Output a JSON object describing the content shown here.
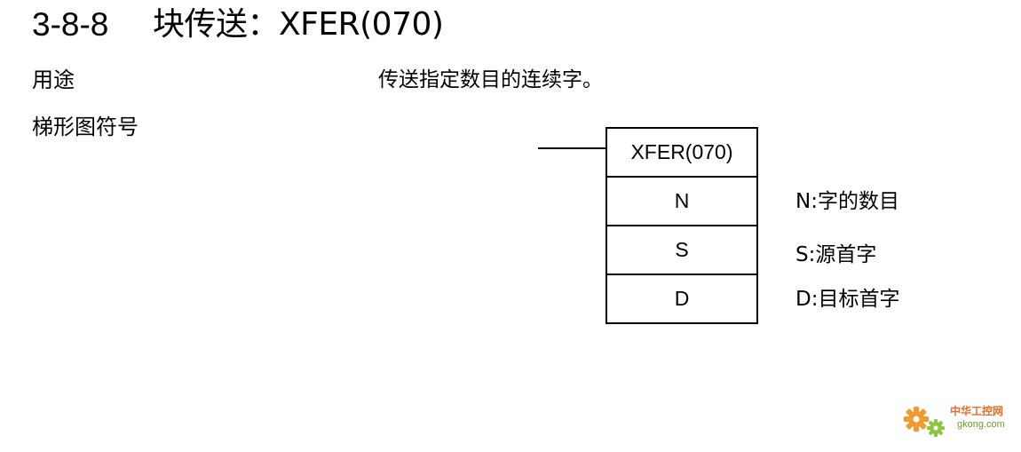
{
  "section": {
    "number": "3-8-8",
    "title": "块传送：XFER(070)"
  },
  "purpose": {
    "label": "用途",
    "text": "传送指定数目的连续字。"
  },
  "ladder": {
    "label": "梯形图符号",
    "instruction": "XFER(070)",
    "operands": [
      {
        "name": "N",
        "description": "N:字的数目"
      },
      {
        "name": "S",
        "description": "S:源首字"
      },
      {
        "name": "D",
        "description": "D:目标首字"
      }
    ]
  },
  "watermark": {
    "line1": "中华工控网",
    "line2": "gkong.com"
  },
  "colors": {
    "text": "#000000",
    "watermark_orange": "#f06a23",
    "watermark_green": "#6b9a2a"
  }
}
